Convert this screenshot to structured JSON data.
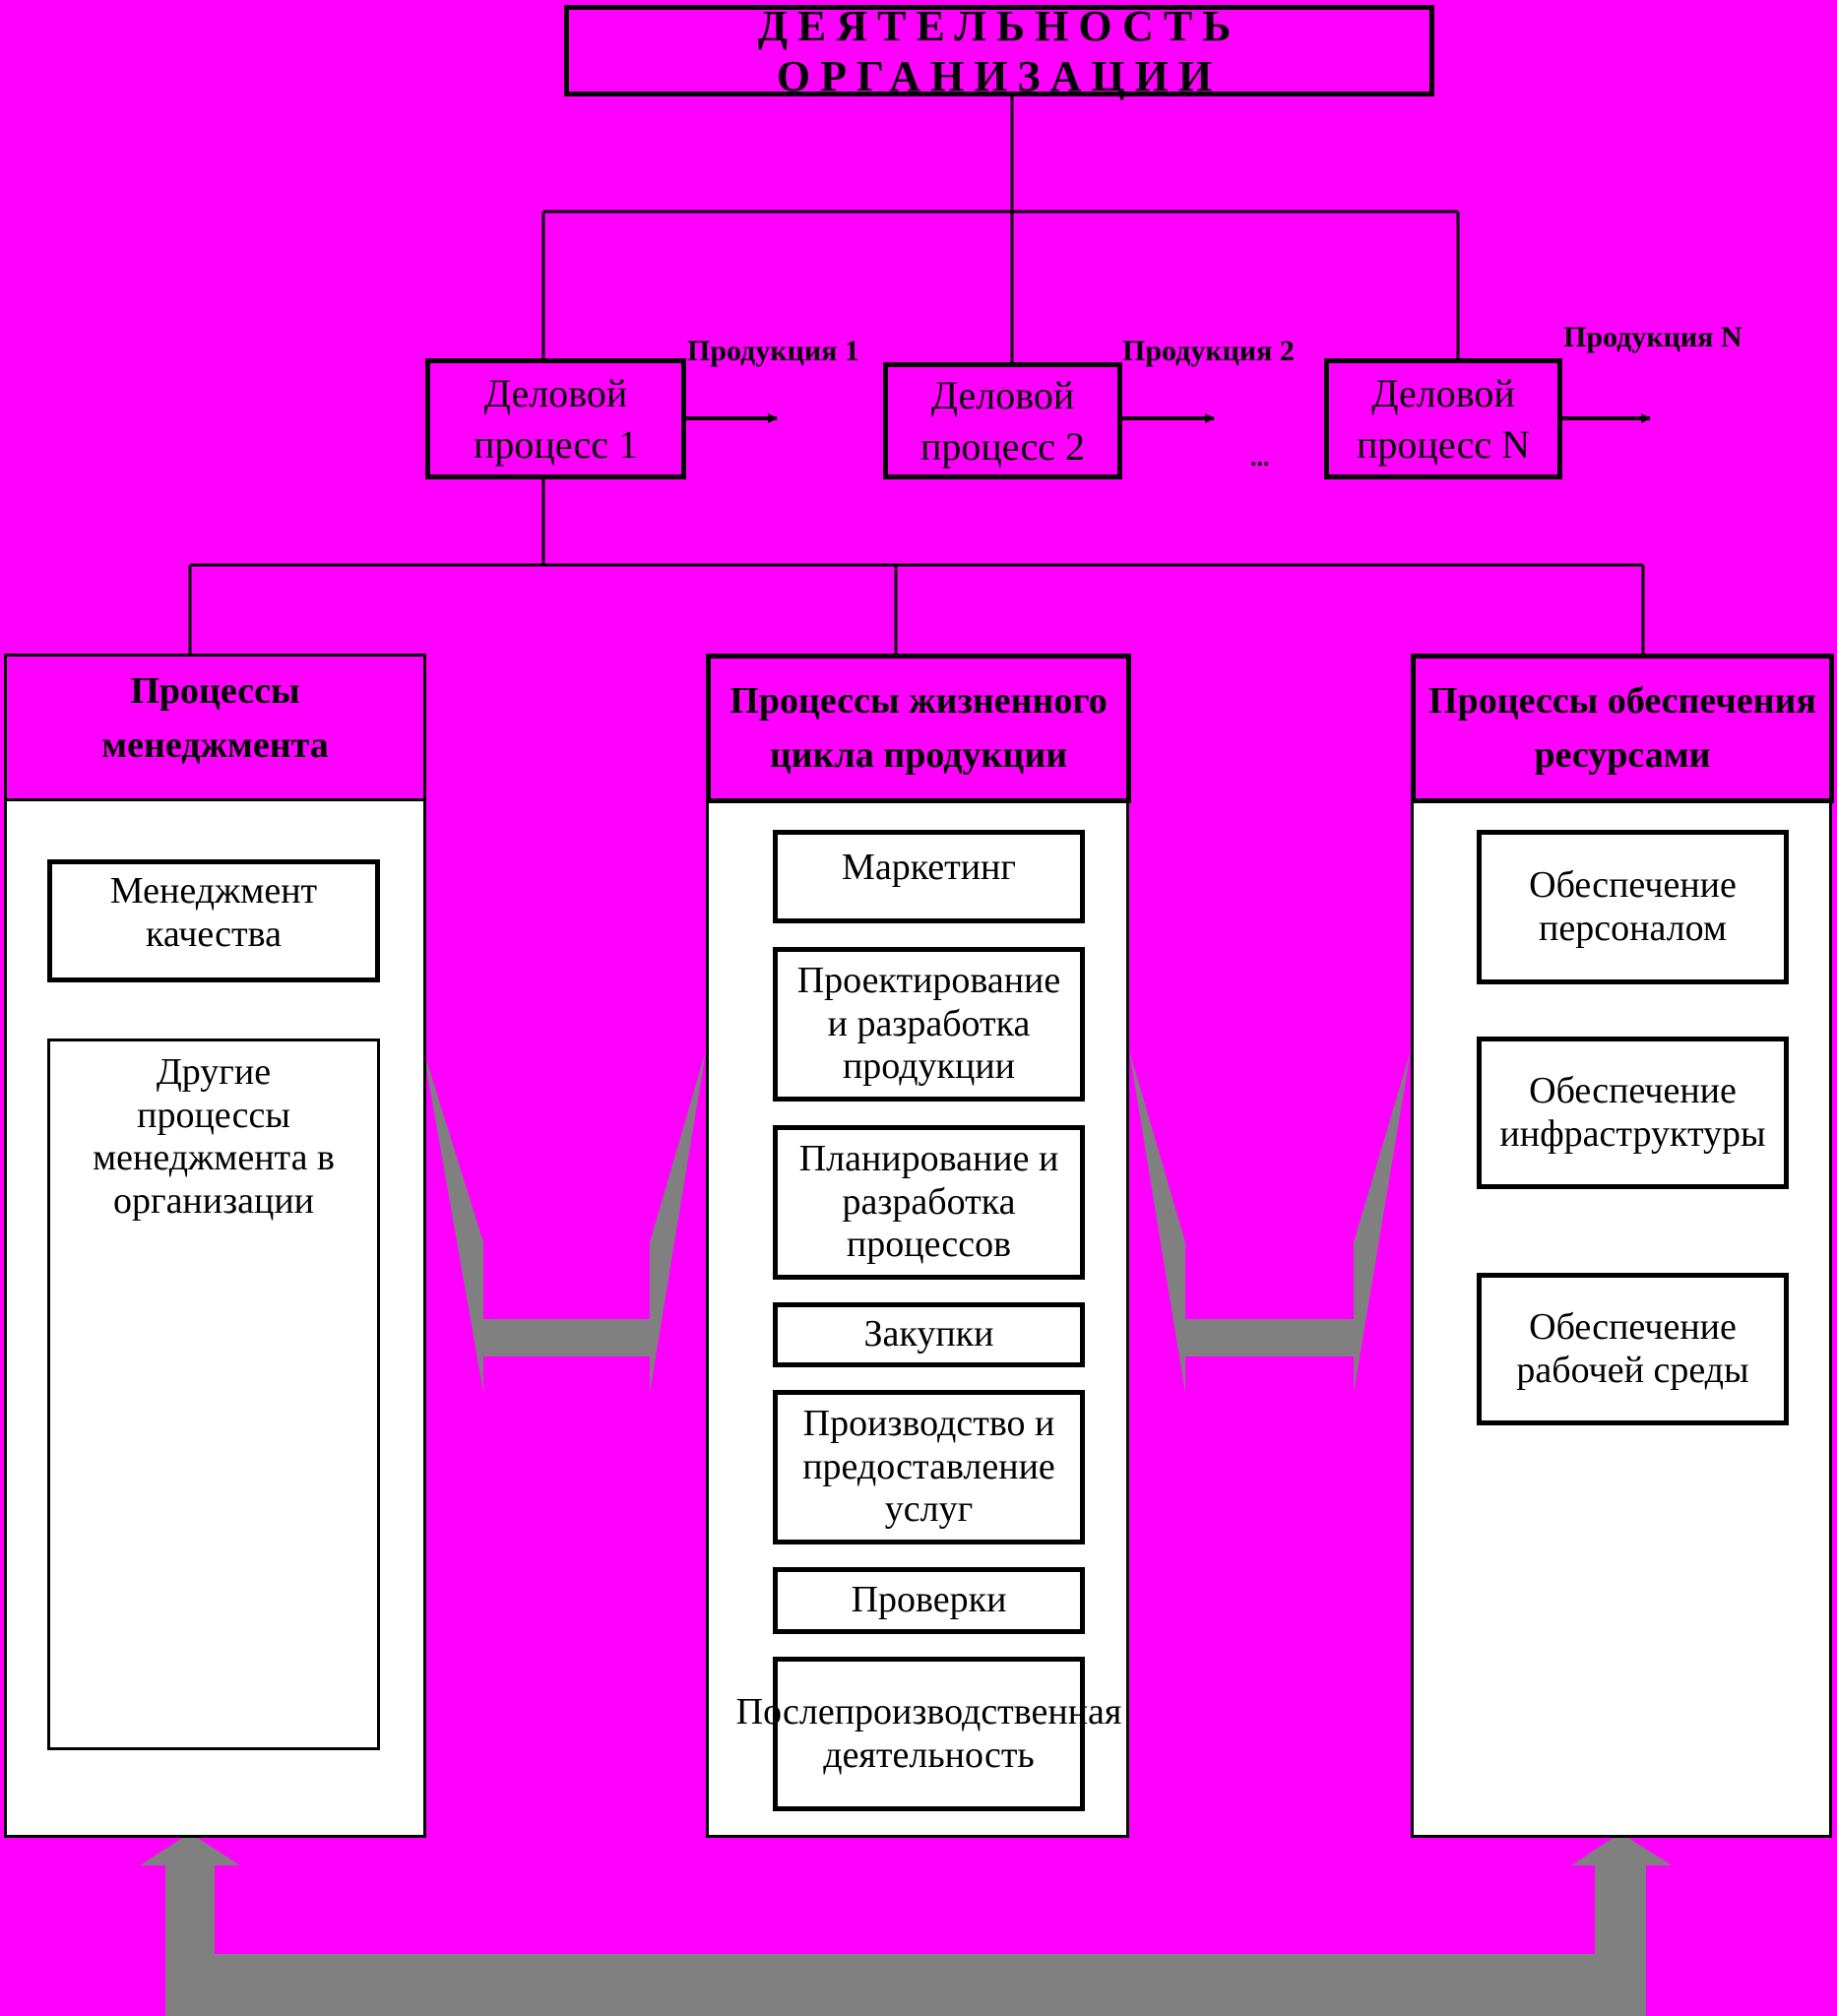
{
  "top": {
    "title": "ДЕЯТЕЛЬНОСТЬ ОРГАНИЗАЦИИ"
  },
  "processes": [
    {
      "label": "Деловой процесс 1",
      "output": "Продукция 1"
    },
    {
      "label": "Деловой процесс 2",
      "output": "Продукция 2"
    },
    {
      "label": "Деловой процесс N",
      "output": "Продукция N"
    }
  ],
  "ellipsis": "...",
  "groups": [
    {
      "title": "Процессы менеджмента",
      "items": [
        "Менеджмент качества",
        "Другие процессы менеджмента в организации"
      ]
    },
    {
      "title": "Процессы жизненного цикла продукции",
      "items": [
        "Маркетинг",
        "Проектирование и разработка продукции",
        "Планирование и разработка процессов",
        "Закупки",
        "Производство и предоставление услуг",
        "Проверки",
        "Послепроизводственная деятельность"
      ]
    },
    {
      "title": "Процессы обеспечения ресурсами",
      "items": [
        "Обеспечение персоналом",
        "Обеспечение инфраструктуры",
        "Обеспечение рабочей среды"
      ]
    }
  ],
  "colors": {
    "background": "#FF00FF",
    "arrow_gray": "#808080",
    "line": "#000000"
  }
}
